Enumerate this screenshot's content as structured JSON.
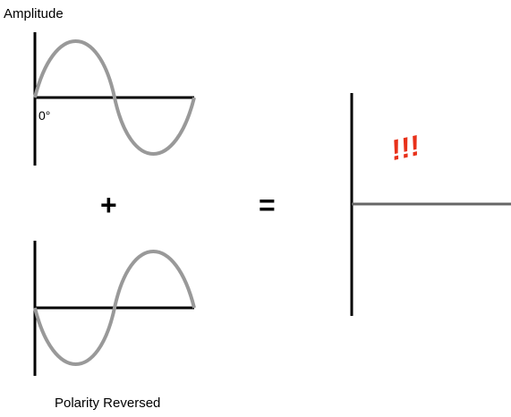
{
  "labels": {
    "amplitude": "Amplitude",
    "zero_degree": "0°",
    "polarity_reversed": "Polarity Reversed"
  },
  "operators": {
    "plus": "+",
    "equals": "="
  },
  "alert": {
    "text": "!!!",
    "color": "#e8311a"
  },
  "colors": {
    "axis": "#000000",
    "wave": "#999999",
    "result": "#666666"
  }
}
